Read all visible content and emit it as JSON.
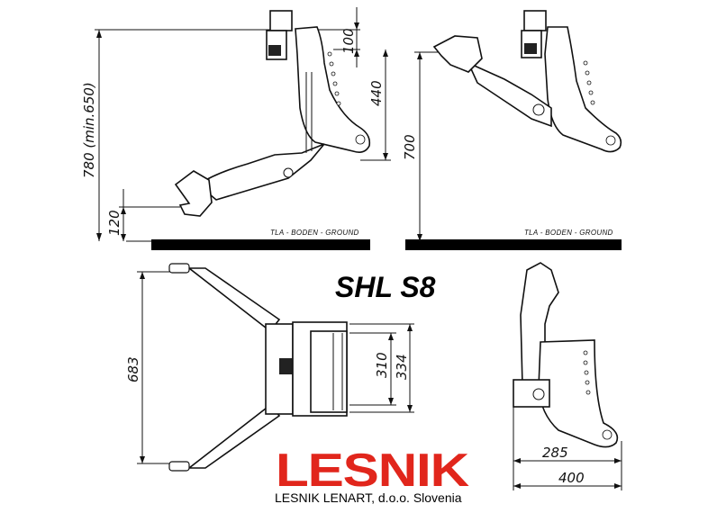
{
  "title": "SHL S8",
  "side_view_left": {
    "dimensions": {
      "total_height": "780 (min.650)",
      "top_offset": "100",
      "mid_height": "440",
      "bottom_height": "120"
    },
    "ground_label": "TLA - BODEN - GROUND"
  },
  "side_view_right": {
    "dimensions": {
      "height": "700"
    },
    "ground_label": "TLA - BODEN - GROUND"
  },
  "top_view": {
    "dimensions": {
      "width_total": "683",
      "inner_a": "310",
      "inner_b": "334"
    }
  },
  "rear_view": {
    "dimensions": {
      "depth_a": "285",
      "depth_b": "400"
    }
  },
  "brand": {
    "logo_text": "LESNIK",
    "company_line": "LESNIK LENART, d.o.o.   Slovenia",
    "logo_color": "#e1261c"
  }
}
